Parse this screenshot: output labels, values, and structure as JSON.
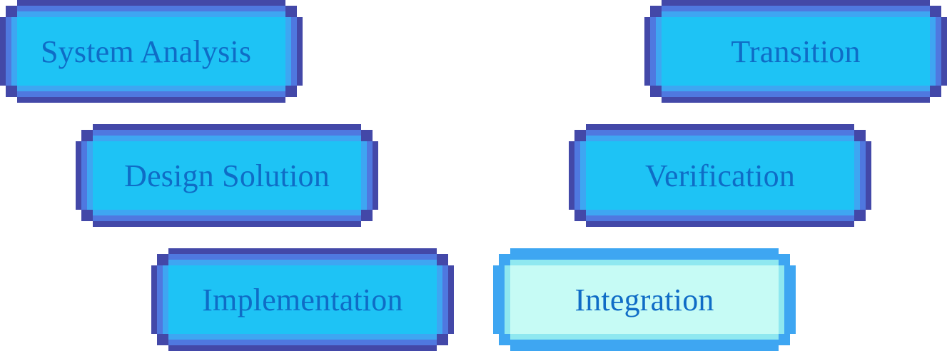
{
  "theme": {
    "default": {
      "outer": "#4348a8",
      "mid": "#4f78e0",
      "inner": "#3ea6f2",
      "fill": "#1ec3f5",
      "text": "#0f6cc6"
    },
    "highlight": {
      "outer": "#3ea6f2",
      "mid": "#3ea6f2",
      "inner": "#8fe8f0",
      "fill": "#c6fbf5",
      "text": "#0f6cc6"
    }
  },
  "buttons": [
    {
      "id": "system-analysis",
      "label": "System Analysis",
      "state": "default"
    },
    {
      "id": "transition",
      "label": "Transition",
      "state": "default"
    },
    {
      "id": "design-solution",
      "label": "Design Solution",
      "state": "default"
    },
    {
      "id": "verification",
      "label": "Verification",
      "state": "default"
    },
    {
      "id": "implementation",
      "label": "Implementation",
      "state": "default"
    },
    {
      "id": "integration",
      "label": "Integration",
      "state": "highlight"
    }
  ]
}
